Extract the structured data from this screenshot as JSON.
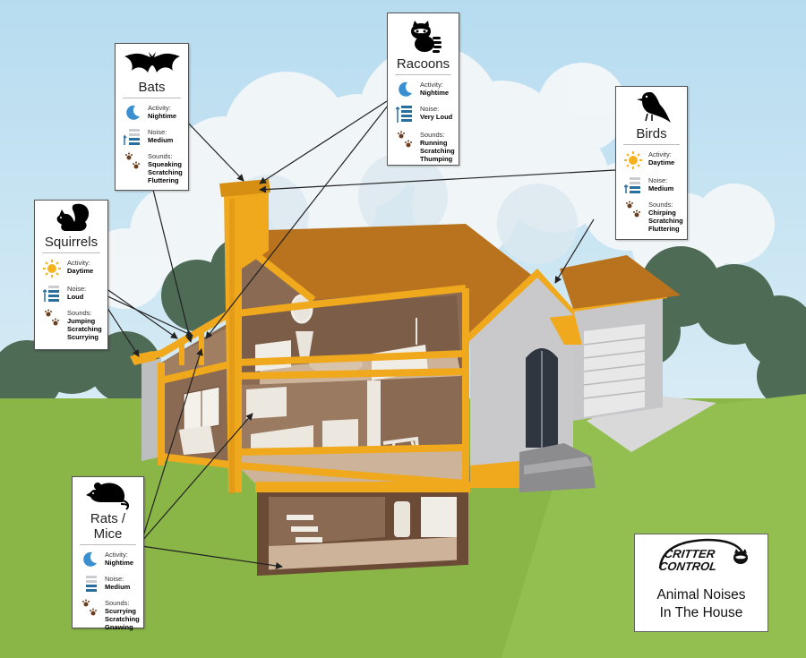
{
  "cards": {
    "bats": {
      "name": "Bats",
      "activity_label": "Activity:",
      "activity_value": "Nightime",
      "noise_label": "Noise:",
      "noise_value": "Medium",
      "sounds_label": "Sounds:",
      "sounds": [
        "Squeaking",
        "Scratching",
        "Fluttering"
      ]
    },
    "racoons": {
      "name": "Racoons",
      "activity_label": "Activity:",
      "activity_value": "Nightime",
      "noise_label": "Noise:",
      "noise_value": "Very Loud",
      "sounds_label": "Sounds:",
      "sounds": [
        "Running",
        "Scratching",
        "Thumping"
      ]
    },
    "birds": {
      "name": "Birds",
      "activity_label": "Activity:",
      "activity_value": "Daytime",
      "noise_label": "Noise:",
      "noise_value": "Medium",
      "sounds_label": "Sounds:",
      "sounds": [
        "Chirping",
        "Scratching",
        "Fluttering"
      ]
    },
    "squirrels": {
      "name": "Squirrels",
      "activity_label": "Activity:",
      "activity_value": "Daytime",
      "noise_label": "Noise:",
      "noise_value": "Loud",
      "sounds_label": "Sounds:",
      "sounds": [
        "Jumping",
        "Scratching",
        "Scurrying"
      ]
    },
    "rats": {
      "name": "Rats / Mice",
      "activity_label": "Activity:",
      "activity_value": "Nightime",
      "noise_label": "Noise:",
      "noise_value": "Medium",
      "sounds_label": "Sounds:",
      "sounds": [
        "Scurrying",
        "Scratching",
        "Gnawing"
      ]
    }
  },
  "logo": {
    "brand_line1": "CRITTER",
    "brand_line2": "CONTROL",
    "caption_line1": "Animal Noises",
    "caption_line2": "In The House"
  },
  "colors": {
    "sky": "#a9d3ea",
    "grass": "#8ab648",
    "trim": "#f0a81c",
    "roof": "#b9731f",
    "wall_interior": "#8a6a52",
    "siding": "#c9c9cb",
    "accent_blue": "#2a6f9c",
    "moon": "#3a8fd0",
    "sun": "#f5b21d"
  }
}
